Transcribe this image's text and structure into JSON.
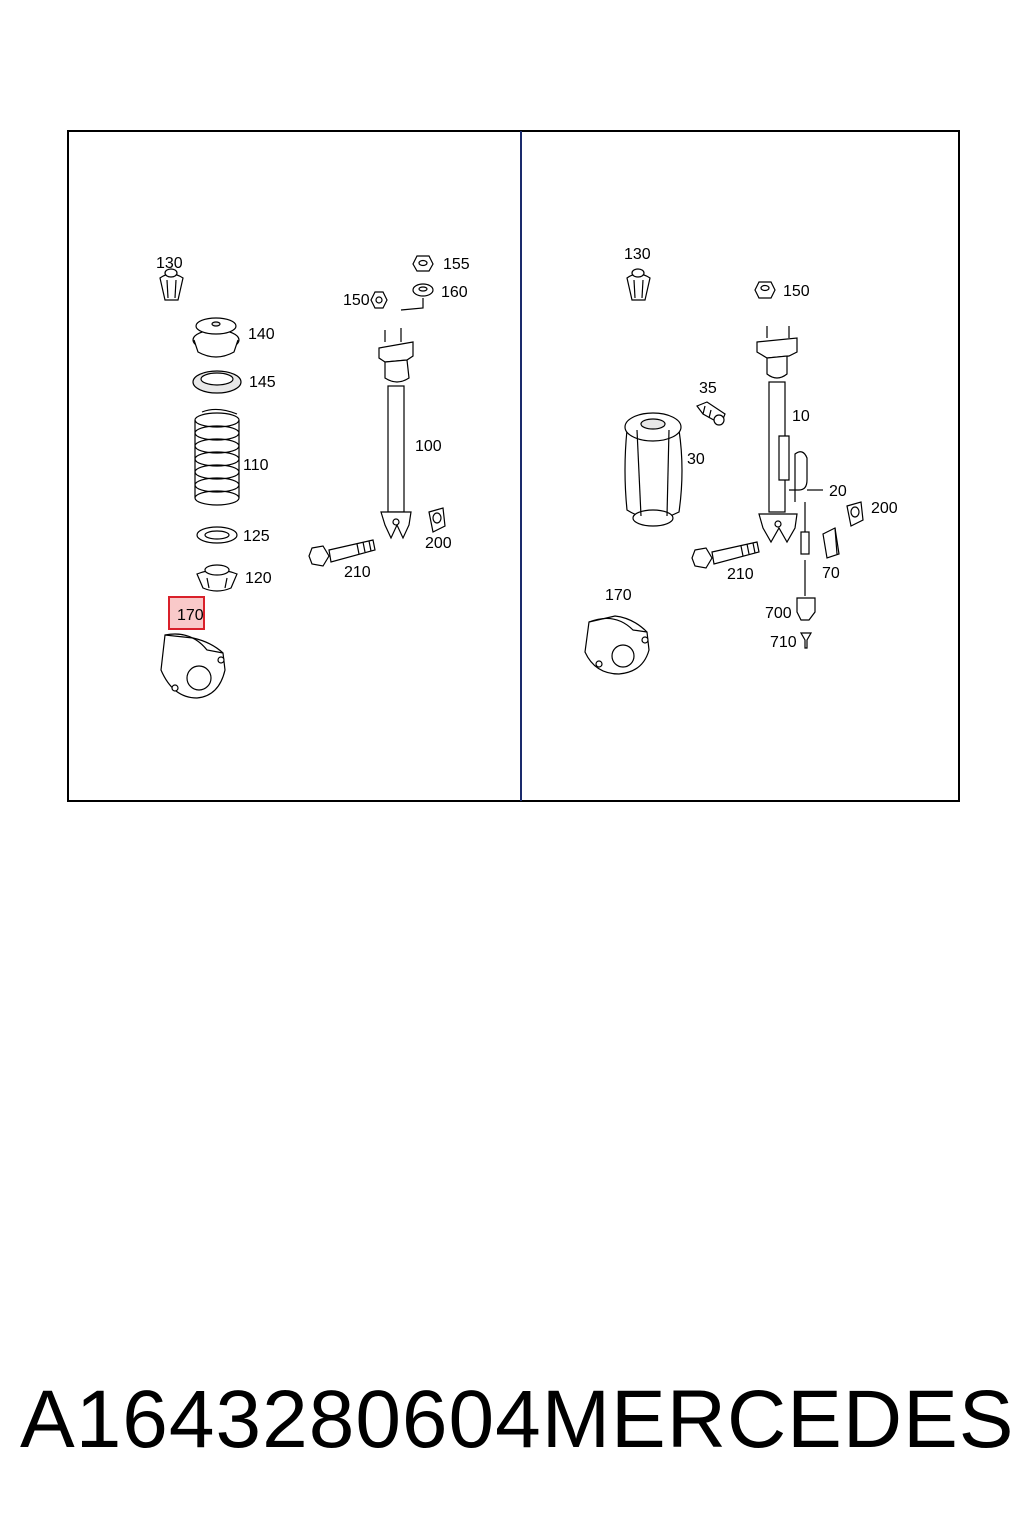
{
  "diagram": {
    "divider_color": "#1a2a6c",
    "highlight_color": "#d9202a",
    "highlighted_part": "170",
    "left_panel": {
      "labels": {
        "p130": "130",
        "p140": "140",
        "p145": "145",
        "p110": "110",
        "p125": "125",
        "p120": "120",
        "p170": "170",
        "p150": "150",
        "p155": "155",
        "p160": "160",
        "p100": "100",
        "p200": "200",
        "p210": "210"
      }
    },
    "right_panel": {
      "labels": {
        "p130": "130",
        "p150": "150",
        "p35": "35",
        "p10": "10",
        "p30": "30",
        "p20": "20",
        "p200": "200",
        "p210": "210",
        "p70": "70",
        "p170": "170",
        "p700": "700",
        "p710": "710"
      }
    }
  },
  "footer": {
    "part_number": "A1643280604",
    "brand": "MERCEDES"
  }
}
